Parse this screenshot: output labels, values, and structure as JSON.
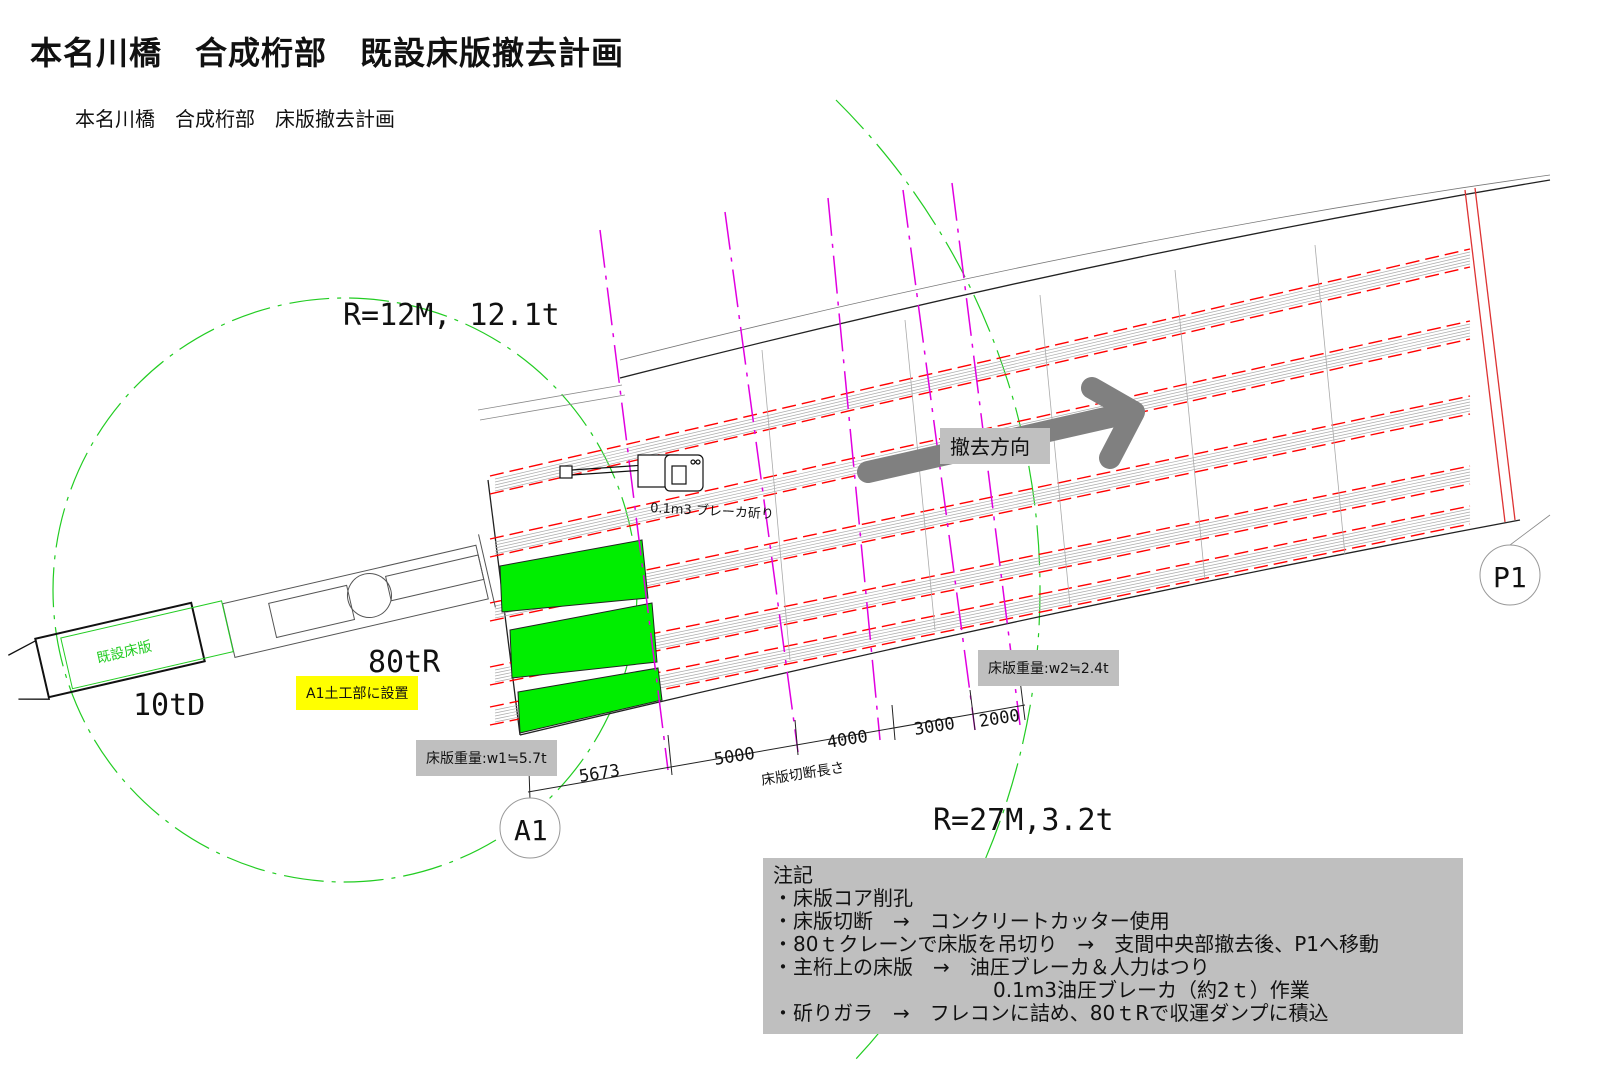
{
  "title": "本名川橋　合成桁部　既設床版撤去計画",
  "subtitle": "本名川橋　合成桁部　床版撤去計画",
  "labels": {
    "crane_radius_12": "R=12M, 12.1t",
    "crane_radius_27": "R=27M,3.2t",
    "crane": "80tR",
    "dump_truck": "10tD",
    "existing_slab": "既設床版",
    "crane_location": "A1土工部に設置",
    "breaker": "0.1m3 ブレーカ斫り",
    "direction": "撤去方向",
    "abutment_a1": "A1",
    "pier_p1": "P1",
    "weight_w1": "床版重量:w1≒5.7t",
    "weight_w2": "床版重量:w2≒2.4t",
    "cut_length": "床版切断長さ"
  },
  "dimensions": [
    "5673",
    "5000",
    "4000",
    "3000",
    "2000"
  ],
  "notes": {
    "heading": "注記",
    "items": [
      "・床版コア削孔",
      "・床版切断　→　コンクリートカッター使用",
      "・80ｔクレーンで床版を吊切り　→　支間中央部撤去後、P1へ移動",
      "・主桁上の床版　→　油圧ブレーカ＆人力はつり",
      "　　　　　　　　　　　0.1m3油圧ブレーカ（約2ｔ）作業",
      "・斫りガラ　→　フレコンに詰め、80ｔRで収運ダンプに積込"
    ]
  },
  "colors": {
    "cut_line": "#e000e0",
    "girder": "#ff0000",
    "radius": "#22cc22",
    "removed_slab": "#00ee00",
    "arrow": "#808080"
  }
}
